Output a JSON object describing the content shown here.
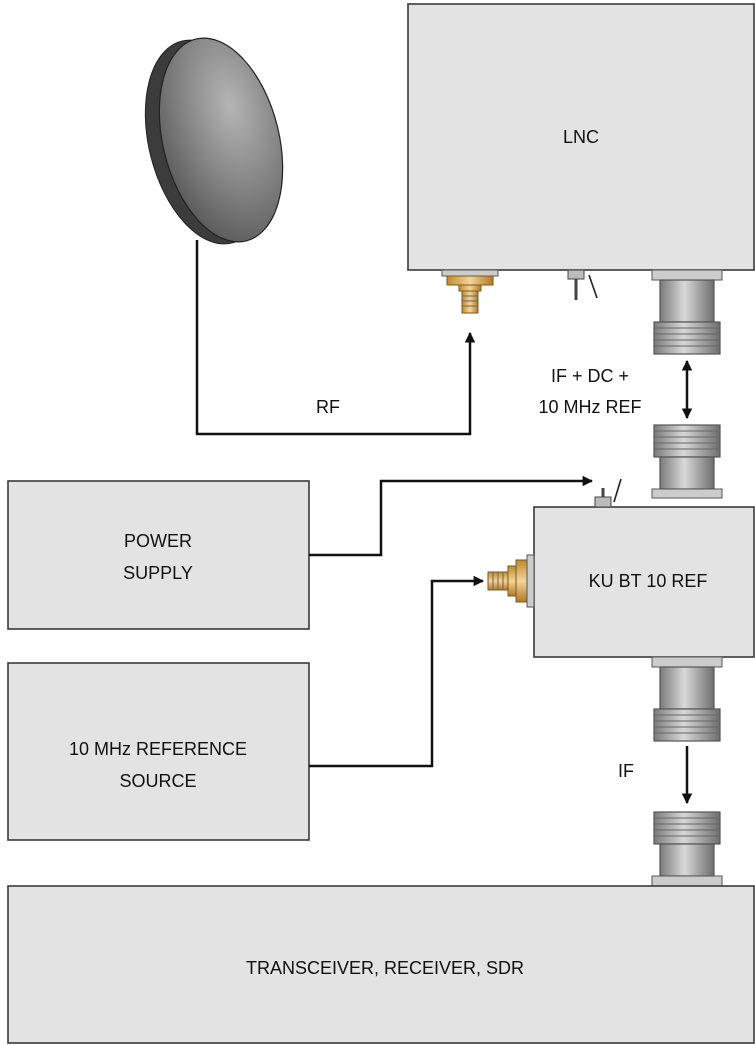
{
  "blocks": {
    "lnc": "LNC",
    "power_supply_line1": "POWER",
    "power_supply_line2": "SUPPLY",
    "ku_bt": "KU BT 10 REF",
    "ref_source_line1": "10 MHz REFERENCE",
    "ref_source_line2": "SOURCE",
    "transceiver": "TRANSCEIVER, RECEIVER, SDR"
  },
  "connections": {
    "rf": "RF",
    "if_dc_line1": "IF + DC +",
    "if_dc_line2": "10 MHz REF",
    "if": "IF"
  },
  "colors": {
    "box_fill": "#e3e3e3",
    "connector_gold": "#e2b15a",
    "connector_silver": "#a9a9a9"
  }
}
